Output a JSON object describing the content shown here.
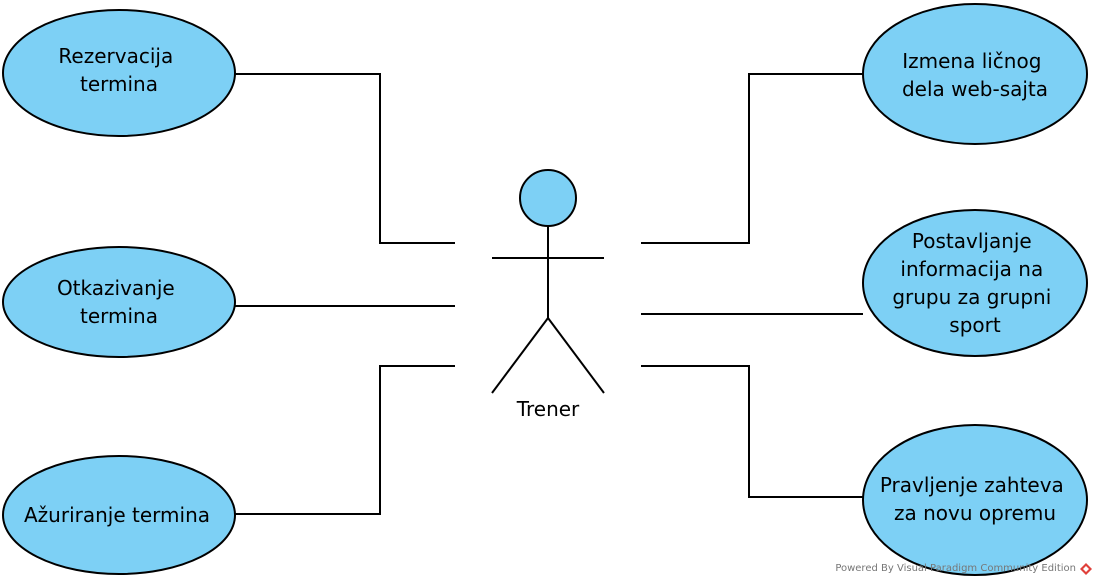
{
  "diagram": {
    "actor": {
      "name": "Trener"
    },
    "use_cases_left": [
      {
        "lines": [
          "Rezervacija",
          "termina"
        ]
      },
      {
        "lines": [
          "Otkazivanje",
          "termina"
        ]
      },
      {
        "lines": [
          "Ažuriranje termina"
        ]
      }
    ],
    "use_cases_right": [
      {
        "lines": [
          "Izmena ličnog",
          "dela web-sajta"
        ]
      },
      {
        "lines": [
          "Postavljanje",
          "informacija na",
          "grupu za grupni",
          "sport"
        ]
      },
      {
        "lines": [
          "Pravljenje zahteva",
          "za novu opremu"
        ]
      }
    ],
    "colors": {
      "use_case_fill": "#7DD0F5",
      "actor_head_fill": "#7DD0F5",
      "stroke": "#000000",
      "logo_red": "#E0403A"
    }
  },
  "footer": {
    "watermark": "Powered By Visual Paradigm Community Edition"
  }
}
